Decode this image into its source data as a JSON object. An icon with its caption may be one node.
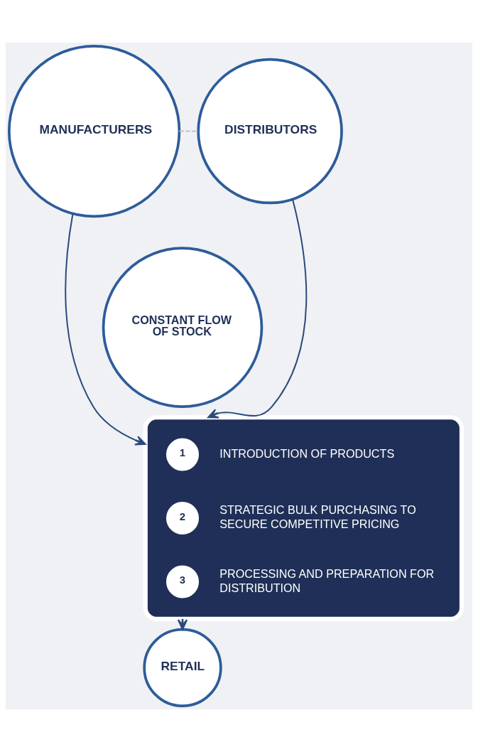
{
  "diagram": {
    "nodes": [
      {
        "text": [
          "MANUFACTURERS"
        ]
      },
      {
        "text": [
          "DISTRIBUTORS"
        ]
      },
      {
        "text": [
          "CONSTANT FLOW OF STOCK"
        ]
      },
      {
        "text": [],
        "shape": "semicircle"
      },
      {
        "text": [
          "1"
        ],
        "in": 3,
        "beside": [
          "INTRODUCTION OF PRODUCTS"
        ]
      },
      {
        "text": [
          "2"
        ],
        "in": 3,
        "beside": [
          "STRATEGIC BULK PURCHASING TO SECURE COMPETITIVE PRICING"
        ]
      },
      {
        "text": [
          "3"
        ],
        "in": 3,
        "beside": [
          "PROCESSING AND PREPARATION FOR DISTRIBUTION"
        ]
      },
      {
        "text": [
          "RETAIL"
        ]
      }
    ],
    "edges": [
      {
        "from": 0,
        "to": 1,
        "arrow": "none",
        "style": "dashed",
        "color": "#b9c4d4"
      },
      {
        "from": 0,
        "to": 3,
        "arrow": "to"
      },
      {
        "from": 1,
        "to": 3,
        "arrow": "to"
      },
      {
        "from": 3,
        "to": 7,
        "arrow": "to"
      }
    ]
  }
}
